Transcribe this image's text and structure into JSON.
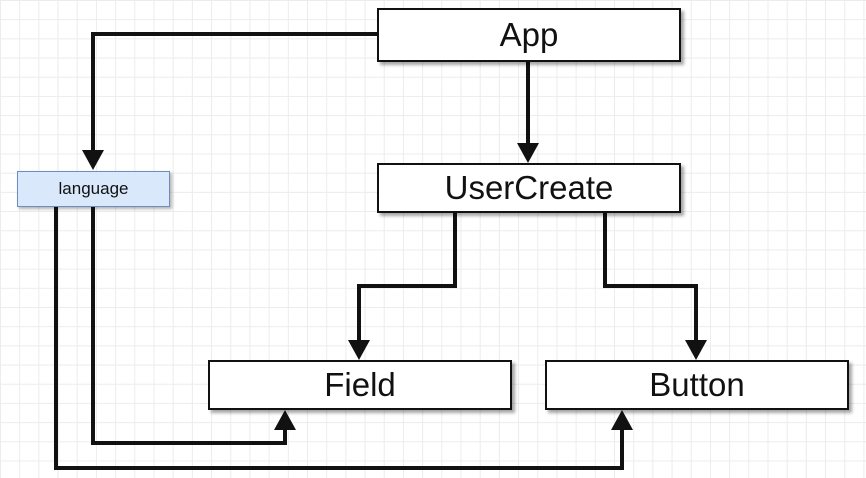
{
  "diagram": {
    "nodes": {
      "app": "App",
      "usercreate": "UserCreate",
      "field": "Field",
      "button": "Button",
      "language": "language"
    },
    "edges": [
      {
        "from": "App",
        "to": "UserCreate"
      },
      {
        "from": "App",
        "to": "language"
      },
      {
        "from": "UserCreate",
        "to": "Field"
      },
      {
        "from": "UserCreate",
        "to": "Button"
      },
      {
        "from": "language",
        "to": "Field"
      },
      {
        "from": "language",
        "to": "Button"
      }
    ],
    "colors": {
      "line": "#111111",
      "language_fill": "#dae8fc",
      "language_border": "#6c8ebf"
    }
  }
}
